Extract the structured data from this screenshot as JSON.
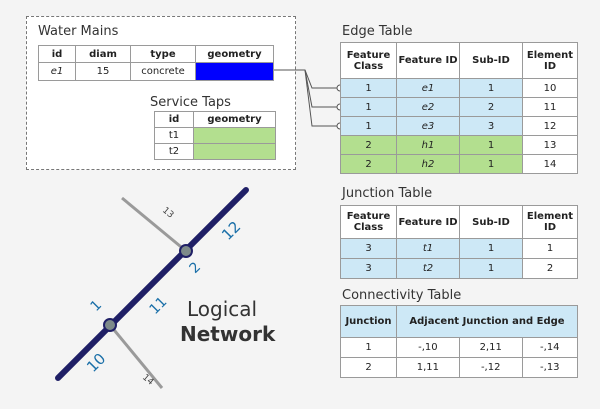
{
  "water_mains": {
    "title": "Water Mains",
    "headers": [
      "id",
      "diam",
      "type",
      "geometry"
    ],
    "row": {
      "id": "e1",
      "diam": "15",
      "type": "concrete"
    },
    "geometry_color": "#0000ff"
  },
  "service_taps": {
    "title": "Service Taps",
    "headers": [
      "id",
      "geometry"
    ],
    "rows": [
      {
        "id": "t1"
      },
      {
        "id": "t2"
      }
    ],
    "geometry_color": "#b3df8f"
  },
  "edge_table": {
    "title": "Edge Table",
    "headers": [
      "Feature Class",
      "Feature ID",
      "Sub-ID",
      "Element ID"
    ],
    "rows": [
      [
        "1",
        "e1",
        "1",
        "10"
      ],
      [
        "1",
        "e2",
        "2",
        "11"
      ],
      [
        "1",
        "e3",
        "3",
        "12"
      ],
      [
        "2",
        "h1",
        "1",
        "13"
      ],
      [
        "2",
        "h2",
        "1",
        "14"
      ]
    ]
  },
  "junction_table": {
    "title": "Junction Table",
    "headers": [
      "Feature Class",
      "Feature ID",
      "Sub-ID",
      "Element ID"
    ],
    "rows": [
      [
        "3",
        "t1",
        "1",
        "1"
      ],
      [
        "3",
        "t2",
        "1",
        "2"
      ]
    ]
  },
  "connectivity_table": {
    "title": "Connectivity Table",
    "headers": [
      "Junction",
      "Adjacent Junction and Edge"
    ],
    "rows": [
      [
        "1",
        "-,10",
        "2,11",
        "-,14"
      ],
      [
        "2",
        "1,11",
        "-,12",
        "-,13"
      ]
    ]
  },
  "network": {
    "label_line1": "Logical",
    "label_line2": "Network",
    "edge_labels": {
      "e10": "10",
      "e11": "11",
      "e12": "12",
      "e13": "13",
      "e14": "14"
    },
    "junction_labels": {
      "j1": "1",
      "j2": "2"
    },
    "colors": {
      "main": "#1f1f66",
      "branch": "#9a9a9a",
      "junction": "#7d8a8a",
      "label_blue": "#1a6fa8"
    }
  }
}
